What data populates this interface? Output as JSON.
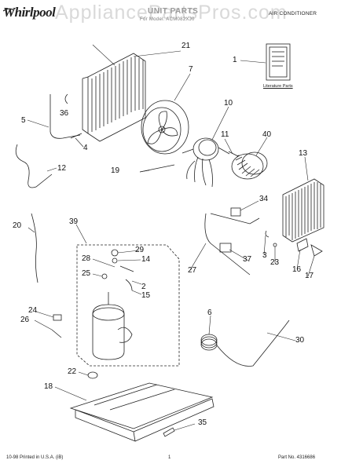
{
  "header": {
    "brand": "Whirlpool",
    "title": "UNIT PARTS",
    "subtitle": "For Model: ACM082XJ0",
    "category": "AIR CONDITIONER",
    "watermark": "AppliancePartsPros.com"
  },
  "diagram": {
    "literature_label": "Literature Parts",
    "callouts": [
      "1",
      "2",
      "3",
      "4",
      "5",
      "6",
      "7",
      "10",
      "11",
      "12",
      "13",
      "14",
      "15",
      "16",
      "17",
      "18",
      "19",
      "20",
      "21",
      "22",
      "23",
      "24",
      "25",
      "26",
      "27",
      "28",
      "29",
      "30",
      "34",
      "35",
      "36",
      "37",
      "39",
      "40"
    ]
  },
  "footer": {
    "print_info": "10-98 Printed in U.S.A. (iB)",
    "page_number": "1",
    "part_number": "Part No. 4316686"
  }
}
